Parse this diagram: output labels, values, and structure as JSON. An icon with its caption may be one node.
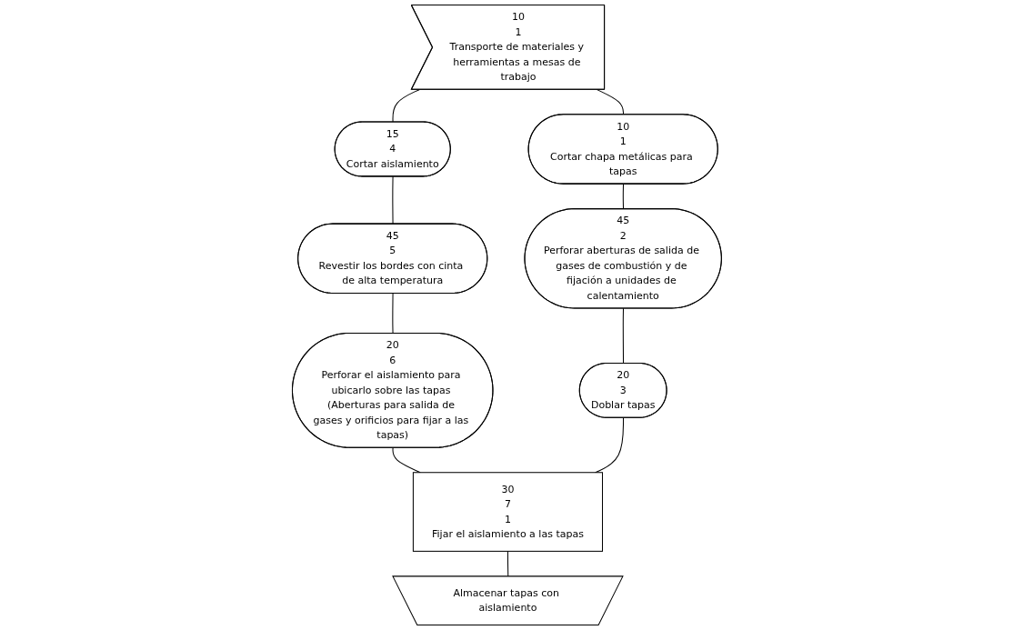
{
  "diagram": {
    "nodes": [
      {
        "text": [
          "10",
          "1",
          "Transporte de materiales y herramientas a mesas de trabajo"
        ]
      },
      {
        "text": [
          "15",
          "4",
          "Cortar aislamiento"
        ]
      },
      {
        "text": [
          "45",
          "5",
          "Revestir los bordes con cinta de alta temperatura"
        ]
      },
      {
        "text": [
          "20",
          "6",
          "Perforar el aislamiento para ubicarlo sobre las tapas (Aberturas para salida de gases y orificios para fijar a las tapas)"
        ]
      },
      {
        "text": [
          "10",
          "1",
          "Cortar chapa metálicas para tapas"
        ]
      },
      {
        "text": [
          "45",
          "2",
          "Perforar aberturas de salida de gases de combustión y de fijación a unidades de calentamiento"
        ]
      },
      {
        "text": [
          "20",
          "3",
          "Doblar tapas"
        ]
      },
      {
        "text": [
          "30",
          "7",
          "1",
          "Fijar el aislamiento a las tapas"
        ]
      },
      {
        "text": [
          "Almacenar tapas con aislamiento"
        ]
      }
    ],
    "edges": [
      {
        "from": 0,
        "to": 1,
        "arrow": "none"
      },
      {
        "from": 0,
        "to": 4,
        "arrow": "none"
      },
      {
        "from": 1,
        "to": 2,
        "arrow": "none"
      },
      {
        "from": 2,
        "to": 3,
        "arrow": "none"
      },
      {
        "from": 4,
        "to": 5,
        "arrow": "none"
      },
      {
        "from": 5,
        "to": 6,
        "arrow": "none"
      },
      {
        "from": 3,
        "to": 7,
        "arrow": "none"
      },
      {
        "from": 6,
        "to": 7,
        "arrow": "none"
      },
      {
        "from": 7,
        "to": 8,
        "arrow": "none"
      }
    ]
  }
}
